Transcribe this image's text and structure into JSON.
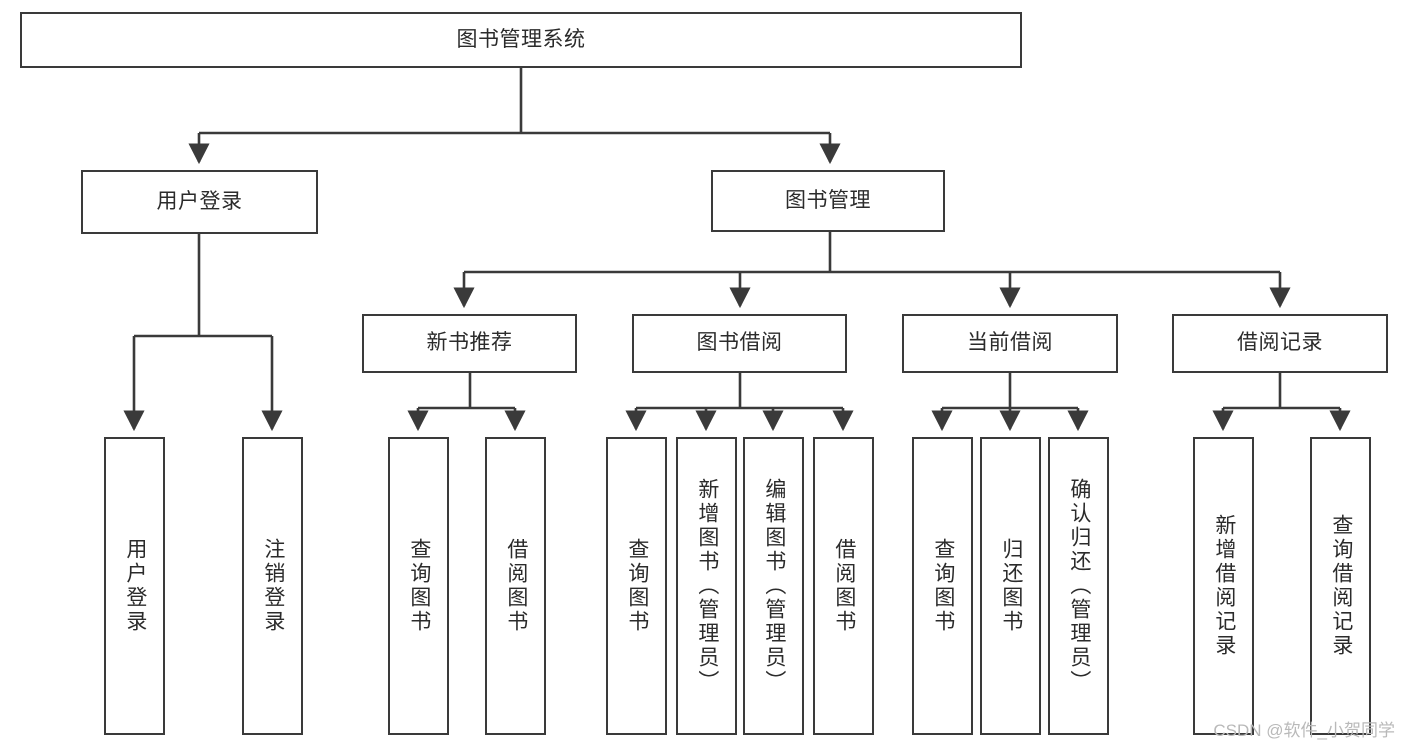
{
  "diagram": {
    "title": "图书管理系统",
    "type": "tree-hierarchy-diagram",
    "root": {
      "label": "图书管理系统"
    },
    "level1": [
      {
        "label": "用户登录"
      },
      {
        "label": "图书管理"
      }
    ],
    "level2": [
      {
        "label": "新书推荐"
      },
      {
        "label": "图书借阅"
      },
      {
        "label": "当前借阅"
      },
      {
        "label": "借阅记录"
      }
    ],
    "leaves": {
      "user_login": [
        {
          "label": "用户登录"
        },
        {
          "label": "注销登录"
        }
      ],
      "new_book_recommend": [
        {
          "label": "查询图书"
        },
        {
          "label": "借阅图书"
        }
      ],
      "book_borrow": [
        {
          "label": "查询图书"
        },
        {
          "label": "新增图书（管理员）"
        },
        {
          "label": "编辑图书（管理员）"
        },
        {
          "label": "借阅图书"
        }
      ],
      "current_borrow": [
        {
          "label": "查询图书"
        },
        {
          "label": "归还图书"
        },
        {
          "label": "确认归还（管理员）"
        }
      ],
      "borrow_record": [
        {
          "label": "新增借阅记录"
        },
        {
          "label": "查询借阅记录"
        }
      ]
    }
  },
  "watermark": {
    "text": "CSDN @软件_小贺同学"
  },
  "colors": {
    "border": "#3a3a3a",
    "text": "#2b2b2b",
    "background": "#ffffff",
    "watermark": "#b9b9b9"
  }
}
